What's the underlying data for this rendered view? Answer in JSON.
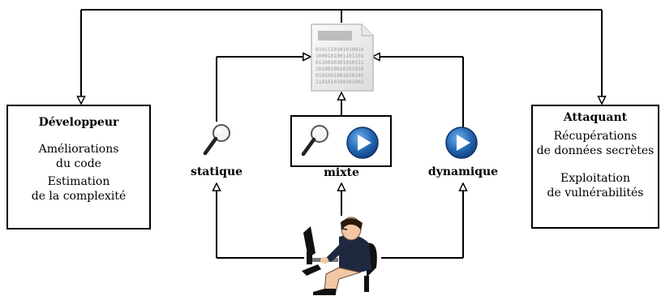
{
  "developer": {
    "title": "Développeur",
    "lines": [
      "Améliorations",
      "du code",
      "Estimation",
      "de la complexité"
    ]
  },
  "attacker": {
    "title": "Attaquant",
    "lines": [
      "Récupérations",
      "de données secrètes",
      "Exploitation",
      "de vulnérabilités"
    ]
  },
  "analysis": {
    "static_label": "statique",
    "mixed_label": "mixte",
    "dynamic_label": "dynamique"
  },
  "document": {
    "binary_rows": [
      "0101110101010010",
      "1000101001101101",
      "0110010101010111",
      "1010010010101010",
      "0101001001010101",
      "1101010100101001"
    ]
  },
  "colors": {
    "play_blue": "#2166b0",
    "play_dark": "#123f7a",
    "doc_gray": "#bdbdbd",
    "shirt": "#1e2940",
    "skin": "#f2c7a4"
  }
}
